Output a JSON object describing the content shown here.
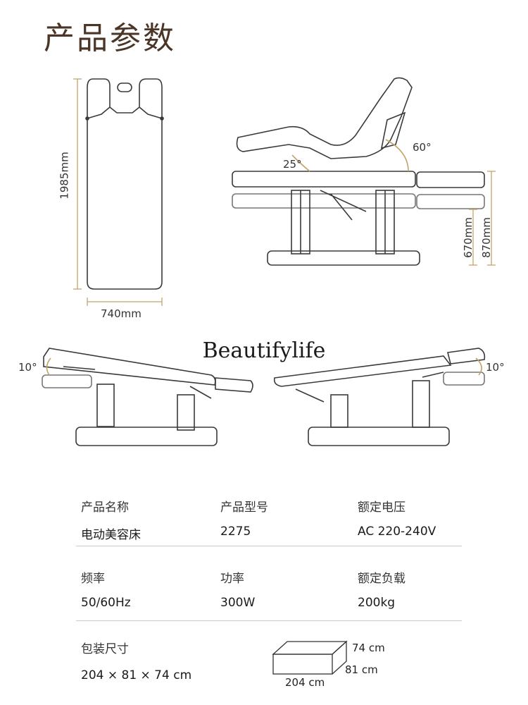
{
  "header": {
    "title": "产品参数"
  },
  "dimensions": {
    "length": "1985mm",
    "width": "740mm",
    "height_min": "670mm",
    "height_max": "870mm"
  },
  "angles": {
    "back_tilt": "25°",
    "head_tilt": "60°",
    "left_tilt": "10°",
    "right_tilt": "10°"
  },
  "brand": {
    "name": "Beautifylife"
  },
  "specs": {
    "row1": [
      {
        "label": "产品名称",
        "value": "电动美容床"
      },
      {
        "label": "产品型号",
        "value": "2275"
      },
      {
        "label": "额定电压",
        "value": "AC 220-240V"
      }
    ],
    "row2": [
      {
        "label": "频率",
        "value": "50/60Hz"
      },
      {
        "label": "功率",
        "value": "300W"
      },
      {
        "label": "额定负载",
        "value": "200kg"
      }
    ],
    "row3": [
      {
        "label": "包装尺寸",
        "value": "204 × 81 × 74 cm"
      }
    ]
  },
  "package_box": {
    "height": "74 cm",
    "depth": "81 cm",
    "length": "204 cm"
  },
  "colors": {
    "accent": "#c2a36b",
    "line": "#3a3a3a"
  }
}
